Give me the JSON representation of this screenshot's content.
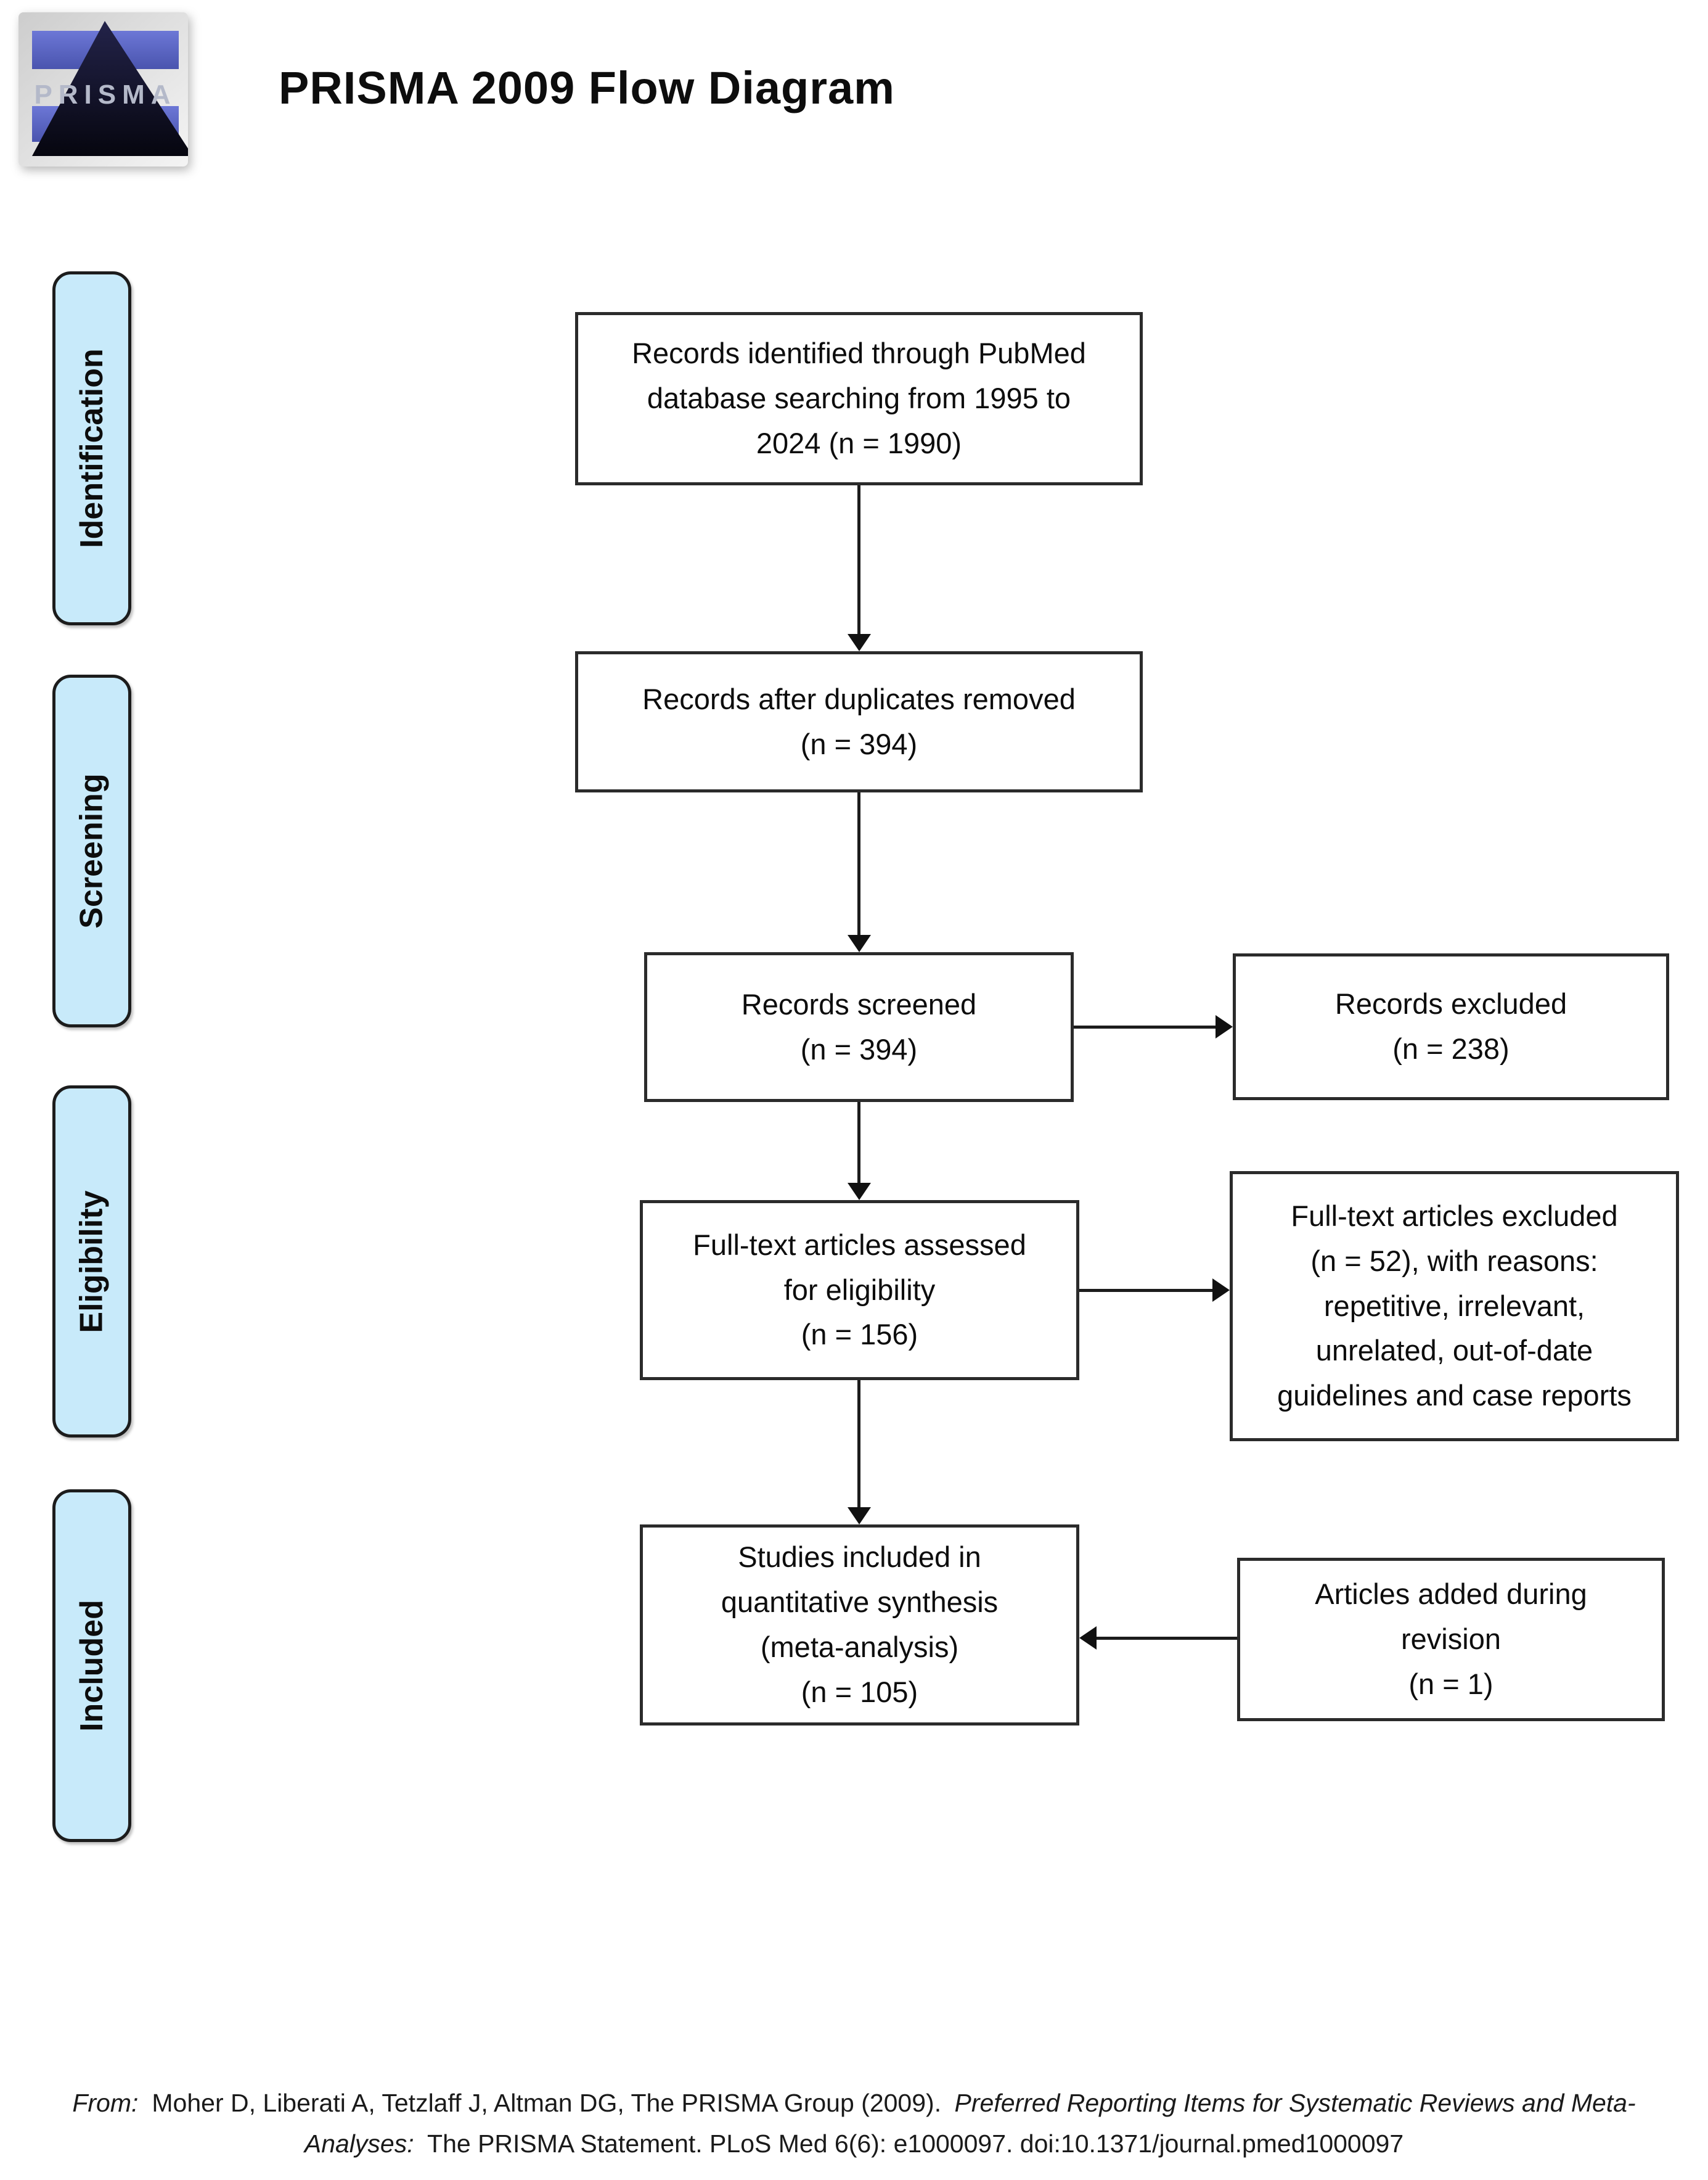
{
  "header": {
    "title": "PRISMA 2009 Flow Diagram",
    "logo": {
      "text": "PRISMA"
    }
  },
  "stages": [
    {
      "label": "Identification"
    },
    {
      "label": "Screening"
    },
    {
      "label": "Eligibility"
    },
    {
      "label": "Included"
    }
  ],
  "boxes": {
    "identified": {
      "lines": [
        "Records identified through PubMed",
        "database searching from 1995 to",
        "2024 (n = 1990)"
      ]
    },
    "deduplicated": {
      "lines": [
        "Records after duplicates removed",
        "(n = 394)"
      ]
    },
    "screened": {
      "lines": [
        "Records screened",
        "(n = 394)"
      ]
    },
    "fulltext_assessed": {
      "lines": [
        "Full-text articles assessed",
        "for eligibility",
        "(n = 156)"
      ]
    },
    "included_quantitative": {
      "lines": [
        "Studies included in",
        "quantitative synthesis",
        "(meta-analysis)",
        "(n = 105)"
      ]
    },
    "records_excluded": {
      "lines": [
        "Records excluded",
        "(n = 238)"
      ]
    },
    "fulltext_excluded": {
      "lines": [
        "Full-text articles excluded",
        "(n = 52), with reasons:",
        "repetitive, irrelevant,",
        "unrelated, out-of-date",
        "guidelines and case reports"
      ]
    },
    "articles_added": {
      "lines": [
        "Articles added during",
        "revision",
        "(n = 1)"
      ]
    }
  },
  "citation": {
    "from_label": "From:",
    "authors": "Moher D, Liberati A, Tetzlaff J, Altman DG, The PRISMA Group (2009).",
    "title_italic_line1": "Preferred Reporting Items for Systematic Reviews and Meta-",
    "title_italic_line2": "Analyses:",
    "rest": "The PRISMA Statement. PLoS Med 6(6): e1000097. doi:10.1371/journal.pmed1000097"
  },
  "colors": {
    "stage_fill": "#c8eafa",
    "box_border": "#2b2b2b",
    "arrow": "#111111",
    "logo_blue": "#5560bd",
    "logo_navy": "#0d0d24"
  }
}
